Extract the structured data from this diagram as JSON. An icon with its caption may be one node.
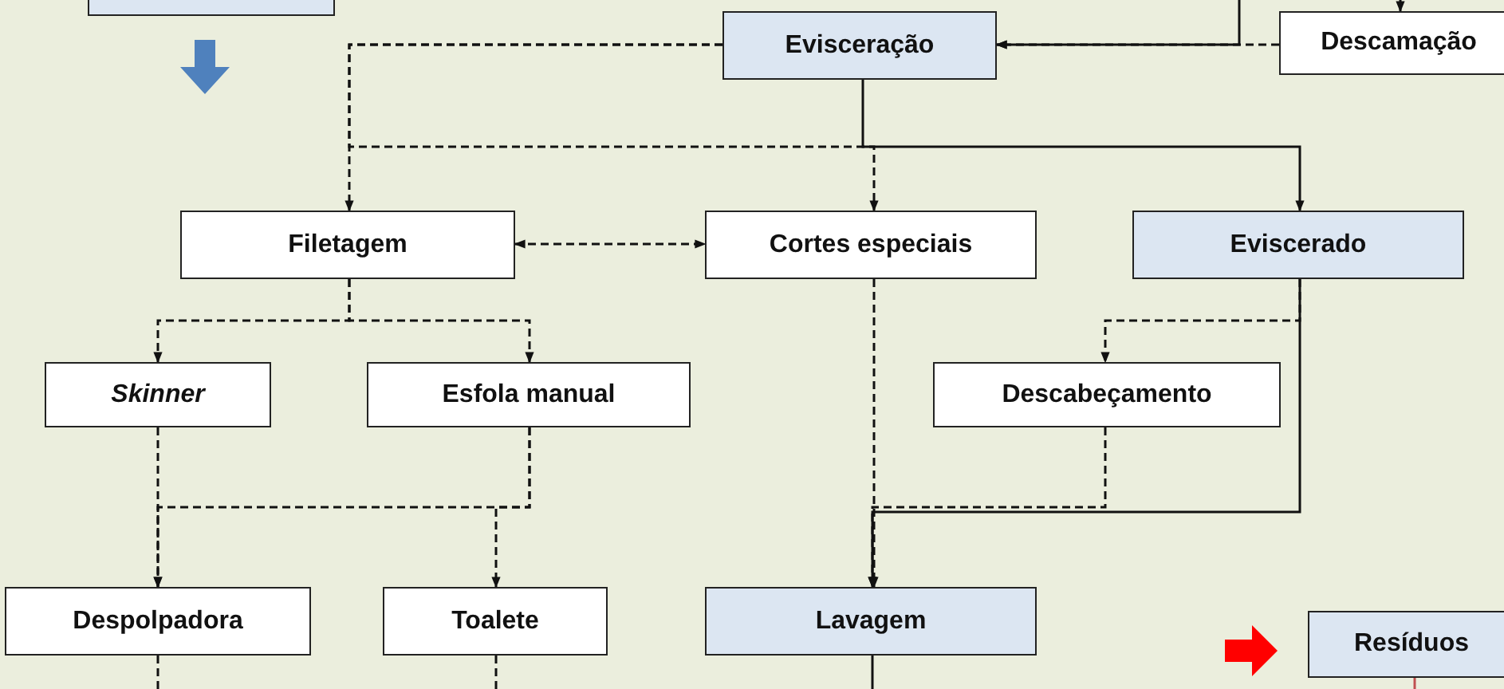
{
  "diagram": {
    "nodes": [
      {
        "text": [],
        "shape": "box"
      },
      {
        "text": [
          "Evisceração"
        ]
      },
      {
        "text": [
          "Descamação"
        ]
      },
      {
        "text": [
          "Filetagem"
        ]
      },
      {
        "text": [
          "Cortes especiais"
        ]
      },
      {
        "text": [
          "Eviscerado"
        ]
      },
      {
        "text": [
          "Skinner"
        ]
      },
      {
        "text": [
          "Esfola manual"
        ]
      },
      {
        "text": [
          "Descabeçamento"
        ]
      },
      {
        "text": [
          "Despolpadora"
        ]
      },
      {
        "text": [
          "Toalete"
        ]
      },
      {
        "text": [
          "Lavagem"
        ]
      },
      {
        "text": [
          "Resíduos"
        ]
      }
    ],
    "edges": [
      {
        "from": null,
        "to": 1,
        "arrow": "to"
      },
      {
        "from": 2,
        "to": 1,
        "arrow": "to",
        "style": "dashed"
      },
      {
        "from": null,
        "to": 2,
        "arrow": "to"
      },
      {
        "from": 1,
        "to": 3,
        "arrow": "to",
        "style": "dashed"
      },
      {
        "from": 1,
        "to": 4,
        "arrow": "to",
        "style": "dashed"
      },
      {
        "from": 1,
        "to": 5,
        "arrow": "to"
      },
      {
        "from": 3,
        "to": 4,
        "arrow": "both",
        "style": "dashed"
      },
      {
        "from": 3,
        "to": 6,
        "arrow": "to",
        "style": "dashed"
      },
      {
        "from": 3,
        "to": 7,
        "arrow": "to",
        "style": "dashed"
      },
      {
        "from": 5,
        "to": 8,
        "arrow": "to",
        "style": "dashed"
      },
      {
        "from": 5,
        "to": 11,
        "arrow": "to"
      },
      {
        "from": 8,
        "to": 11,
        "arrow": "to",
        "style": "dashed"
      },
      {
        "from": 4,
        "to": 11,
        "arrow": "to",
        "style": "dashed"
      },
      {
        "from": 6,
        "to": 9,
        "arrow": "to",
        "style": "dashed"
      },
      {
        "from": 7,
        "to": 9,
        "arrow": "to",
        "style": "dashed"
      },
      {
        "from": 7,
        "to": 10,
        "arrow": "to",
        "style": "dashed"
      },
      {
        "from": 9,
        "to": null,
        "arrow": "none",
        "style": "dashed"
      },
      {
        "from": 10,
        "to": null,
        "arrow": "none",
        "style": "dashed"
      },
      {
        "from": 11,
        "to": null,
        "arrow": "none"
      },
      {
        "from": 12,
        "to": null,
        "arrow": "none",
        "color": "#c05050"
      }
    ]
  }
}
